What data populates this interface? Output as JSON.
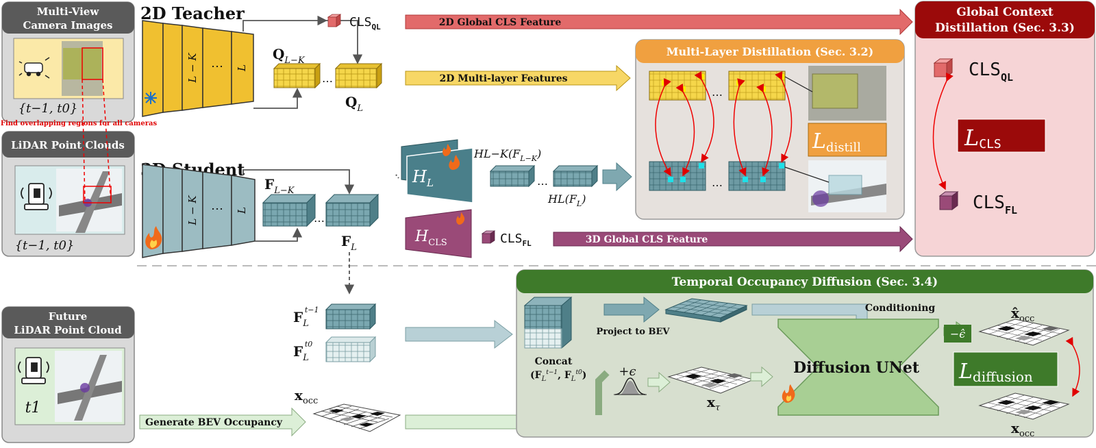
{
  "inputs": {
    "multiview_title_line1": "Multi-View",
    "multiview_title_line2": "Camera Images",
    "multiview_time": "{t−1, t0}",
    "overlap_note": "Find overlapping regions for all cameras",
    "lidar_title": "LiDAR Point Clouds",
    "lidar_time": "{t−1, t0}",
    "future_title_line1": "Future",
    "future_title_line2": "LiDAR Point Cloud",
    "future_time": "t1"
  },
  "teacher": {
    "title": "2D Teacher",
    "layer_lk": "L − K",
    "layer_dots": "⋯",
    "layer_l": "L",
    "cls_label": "CLS",
    "cls_sub": "QL",
    "q_lk": "Q",
    "q_lk_sub": "L−K",
    "q_l": "Q",
    "q_l_sub": "L",
    "dots": "⋯"
  },
  "student": {
    "title": "3D Student",
    "layer_lk": "L − K",
    "layer_dots": "⋯",
    "layer_l": "L",
    "f_lk": "F",
    "f_lk_sub": "L−K",
    "f_l": "F",
    "f_l_sub": "L",
    "dots": "⋯",
    "head_lk": "H",
    "head_l": "H",
    "head_l_sub": "L",
    "head_cls": "H",
    "head_cls_sub": "CLS",
    "proj_lk": "H",
    "proj_lk_rest": "L−K(F",
    "proj_lk_sub": "L−K",
    "proj_lk_close": ")",
    "proj_l": "H",
    "proj_l_rest": "L(F",
    "proj_l_sub": "L",
    "proj_l_close": ")",
    "cls_label": "CLS",
    "cls_sub": "FL"
  },
  "arrows": {
    "global_2d": "2D Global CLS Feature",
    "multilayer_2d": "2D Multi-layer Features",
    "global_3d": "3D Global CLS Feature",
    "generate_bev": "Generate BEV Occupancy"
  },
  "multilayer_box": {
    "title": "Multi-Layer Distillation (Sec. 3.2)",
    "loss": "L",
    "loss_sub": "distill",
    "dots": "⋯"
  },
  "global_box": {
    "title_line1": "Global Context",
    "title_line2": "Distillation (Sec. 3.3)",
    "cls_q": "CLS",
    "cls_q_sub": "QL",
    "loss": "L",
    "loss_sub": "CLS",
    "cls_f": "CLS",
    "cls_f_sub": "FL"
  },
  "temporal": {
    "f_prev": "F",
    "f_prev_sub": "L",
    "f_prev_sup": "t−1",
    "f_cur": "F",
    "f_cur_sub": "L",
    "f_cur_sup": "t0",
    "x_occ": "x",
    "x_occ_sub": "occ"
  },
  "diffusion_box": {
    "title": "Temporal Occupancy Diffusion (Sec. 3.4)",
    "concat_label": "Concat",
    "concat_formula": "(F",
    "concat_formula_rest": ", F",
    "concat_formula_close": ")",
    "project_label": "Project to BEV",
    "conditioning": "Conditioning",
    "noise": "+ϵ",
    "x_tau": "x",
    "x_tau_sub": "τ",
    "unet": "Diffusion UNet",
    "minus_eps": "−ϵ̂",
    "x_hat": "x̂",
    "x_hat_sub": "occ",
    "loss": "L",
    "loss_sub": "diffusion",
    "x_out": "x",
    "x_out_sub": "occ"
  },
  "colors": {
    "teacher_yellow": "#f0c030",
    "student_teal": "#9cbcc2",
    "cls_red": "#e26a6a",
    "cls_purple": "#9a4a78",
    "orange_header": "#f0a040",
    "dark_red": "#9b0a0a",
    "green_header": "#3e7a2a",
    "pink_bg": "#f6d4d6",
    "gray_bg": "#e6e1dd",
    "green_bg": "#d7dfcf"
  },
  "icons": [
    "snowflake-icon",
    "flame-icon",
    "lidar-sensor-icon",
    "car-icon",
    "gaussian-icon"
  ]
}
